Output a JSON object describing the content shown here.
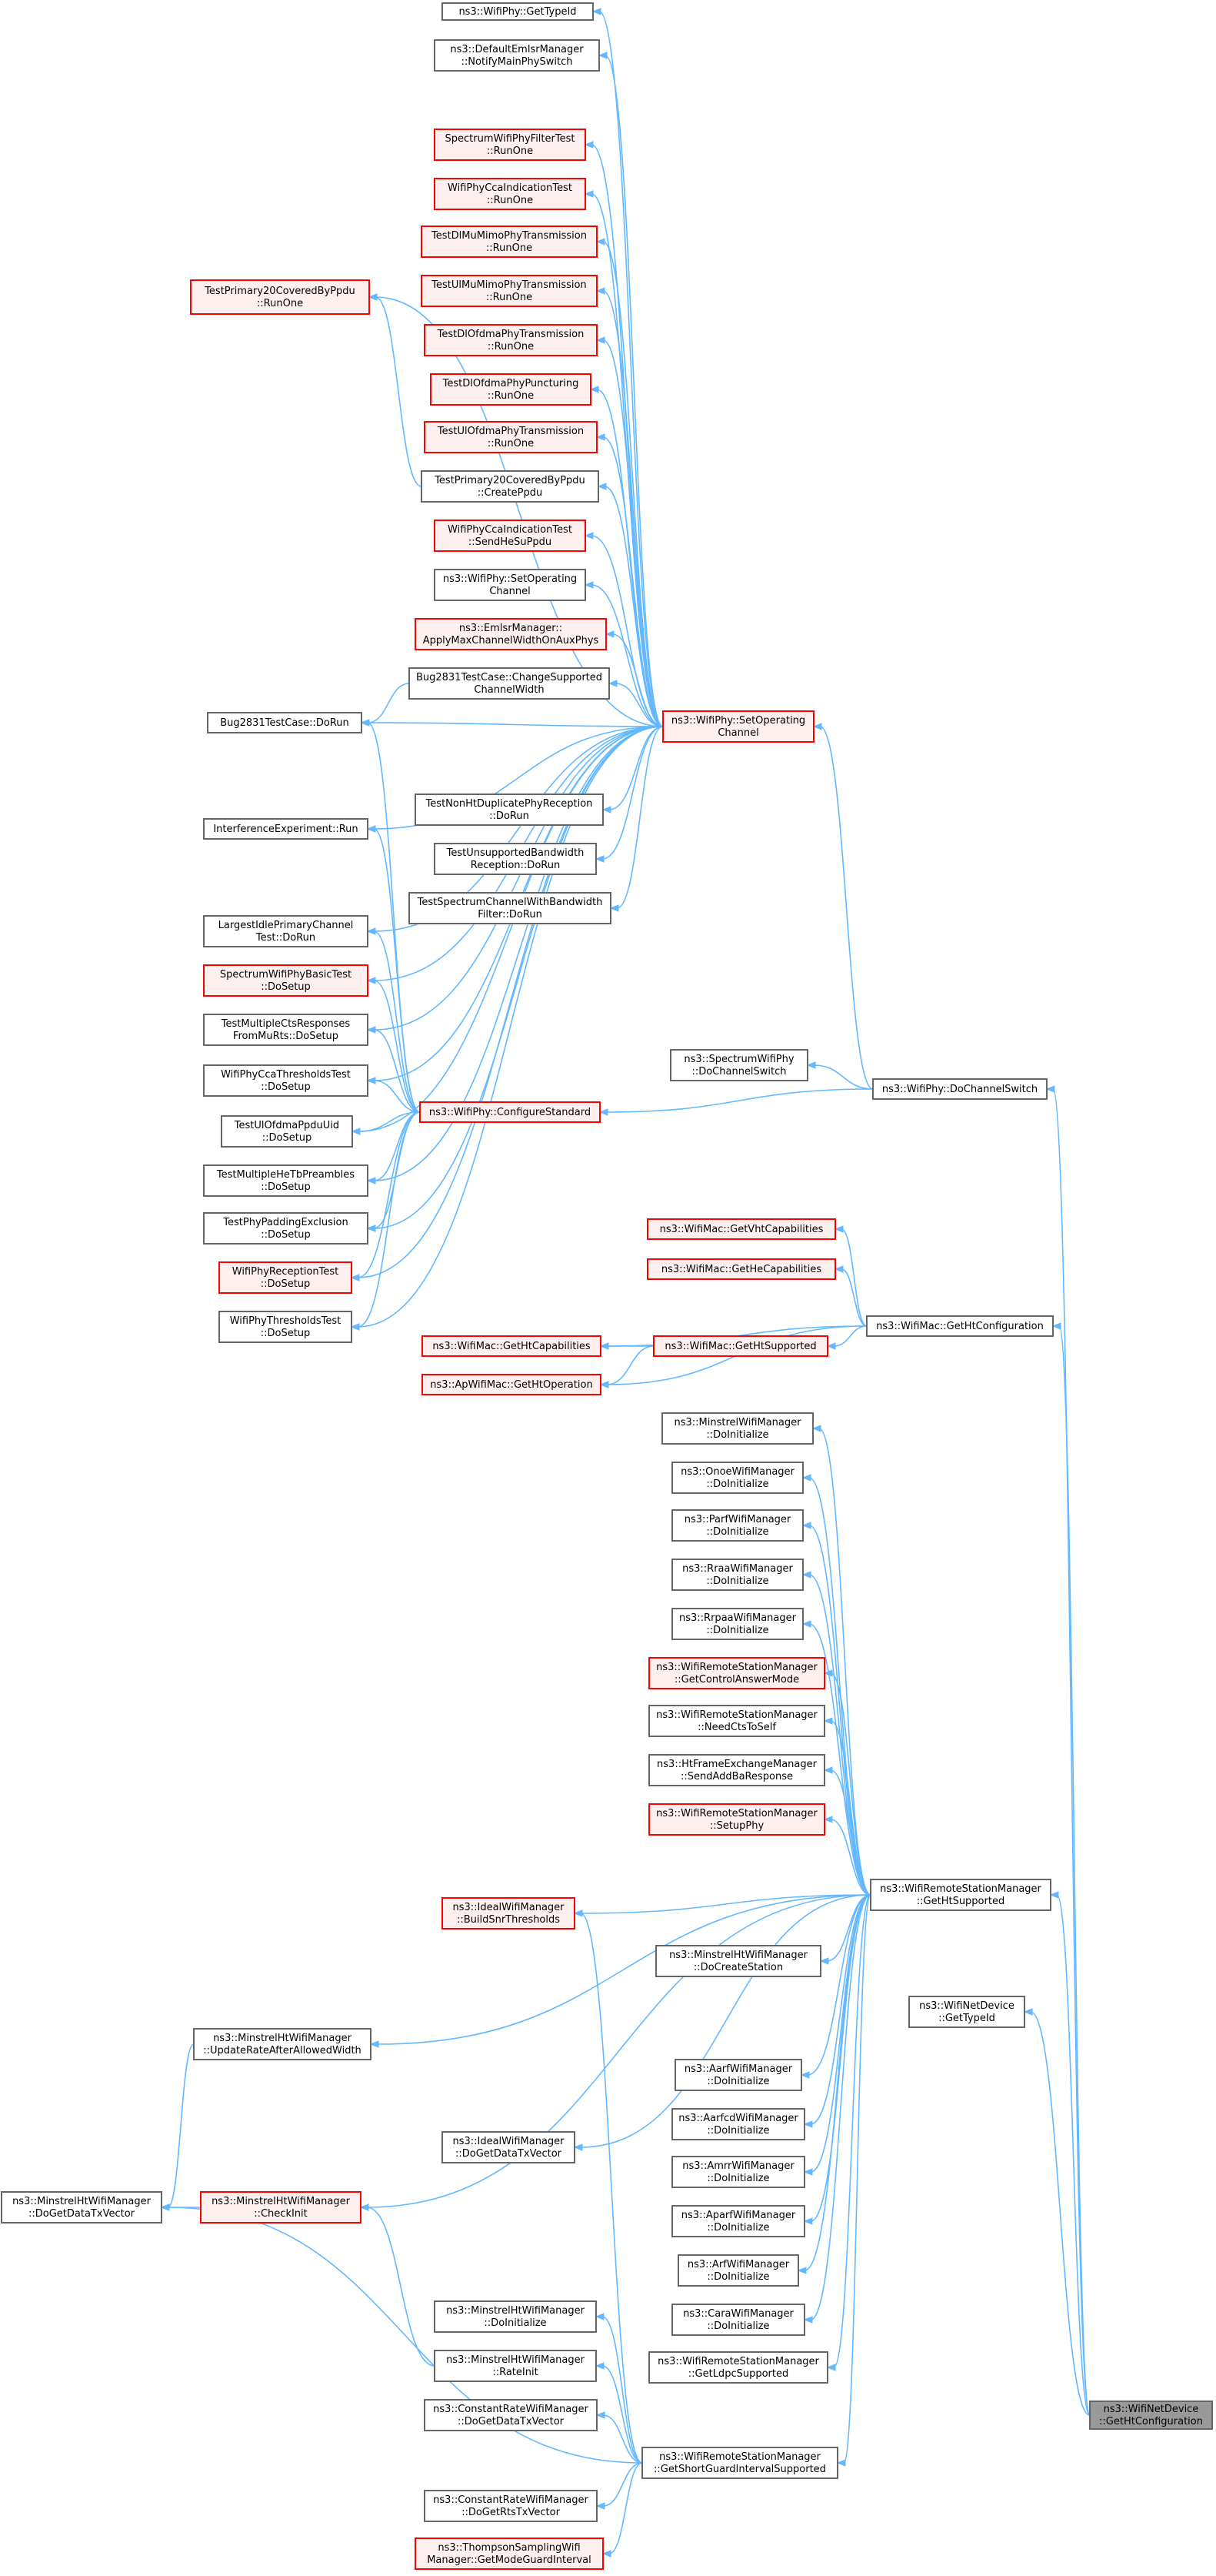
{
  "colors": {
    "edge": "#63b8ff",
    "node_border": "#666666",
    "truncated_border": "#ff0000",
    "truncated_fill": "#fff0f0",
    "target_fill": "#999999"
  },
  "nodes": [
    {
      "id": "n0",
      "lines": [
        "ns3::WifiNetDevice",
        "::GetHtConfiguration"
      ],
      "style": "target"
    },
    {
      "id": "n1",
      "lines": [
        "ns3::WifiPhy::GetTypeId"
      ],
      "style": "normal"
    },
    {
      "id": "n2",
      "lines": [
        "ns3::DefaultEmlsrManager",
        "::NotifyMainPhySwitch"
      ],
      "style": "normal"
    },
    {
      "id": "n3",
      "lines": [
        "SpectrumWifiPhyFilterTest",
        "::RunOne"
      ],
      "style": "red"
    },
    {
      "id": "n4",
      "lines": [
        "WifiPhyCcaIndicationTest",
        "::RunOne"
      ],
      "style": "red"
    },
    {
      "id": "n5",
      "lines": [
        "TestDlMuMimoPhyTransmission",
        "::RunOne"
      ],
      "style": "red"
    },
    {
      "id": "n6",
      "lines": [
        "TestUlMuMimoPhyTransmission",
        "::RunOne"
      ],
      "style": "red"
    },
    {
      "id": "n7",
      "lines": [
        "TestDlOfdmaPhyTransmission",
        "::RunOne"
      ],
      "style": "red"
    },
    {
      "id": "n8",
      "lines": [
        "TestDlOfdmaPhyPuncturing",
        "::RunOne"
      ],
      "style": "red"
    },
    {
      "id": "n9",
      "lines": [
        "TestUlOfdmaPhyTransmission",
        "::RunOne"
      ],
      "style": "red"
    },
    {
      "id": "n10",
      "lines": [
        "TestPrimary20CoveredByPpdu",
        "::RunOne"
      ],
      "style": "red"
    },
    {
      "id": "n11",
      "lines": [
        "TestPrimary20CoveredByPpdu",
        "::CreatePpdu"
      ],
      "style": "normal"
    },
    {
      "id": "n12",
      "lines": [
        "WifiPhyCcaIndicationTest",
        "::SendHeSuPpdu"
      ],
      "style": "red"
    },
    {
      "id": "n13",
      "lines": [
        "ns3::WifiPhy::SetOperating",
        "Channel"
      ],
      "style": "normal"
    },
    {
      "id": "n14",
      "lines": [
        "ns3::EmlsrManager::",
        "ApplyMaxChannelWidthOnAuxPhys"
      ],
      "style": "red"
    },
    {
      "id": "n15",
      "lines": [
        "Bug2831TestCase::ChangeSupported",
        "ChannelWidth"
      ],
      "style": "normal"
    },
    {
      "id": "n16",
      "lines": [
        "Bug2831TestCase::DoRun"
      ],
      "style": "normal"
    },
    {
      "id": "n17",
      "lines": [
        "ns3::WifiPhy::SetOperating",
        "Channel"
      ],
      "style": "red"
    },
    {
      "id": "n18",
      "lines": [
        "TestNonHtDuplicatePhyReception",
        "::DoRun"
      ],
      "style": "normal"
    },
    {
      "id": "n19",
      "lines": [
        "InterferenceExperiment::Run"
      ],
      "style": "normal"
    },
    {
      "id": "n20",
      "lines": [
        "TestUnsupportedBandwidth",
        "Reception::DoRun"
      ],
      "style": "normal"
    },
    {
      "id": "n21",
      "lines": [
        "TestSpectrumChannelWithBandwidth",
        "Filter::DoRun"
      ],
      "style": "normal"
    },
    {
      "id": "n22",
      "lines": [
        "LargestIdlePrimaryChannel",
        "Test::DoRun"
      ],
      "style": "normal"
    },
    {
      "id": "n23",
      "lines": [
        "SpectrumWifiPhyBasicTest",
        "::DoSetup"
      ],
      "style": "red"
    },
    {
      "id": "n24",
      "lines": [
        "TestMultipleCtsResponses",
        "FromMuRts::DoSetup"
      ],
      "style": "normal"
    },
    {
      "id": "n25",
      "lines": [
        "ns3::SpectrumWifiPhy",
        "::DoChannelSwitch"
      ],
      "style": "normal"
    },
    {
      "id": "n26",
      "lines": [
        "ns3::WifiPhy::DoChannelSwitch"
      ],
      "style": "normal"
    },
    {
      "id": "n27",
      "lines": [
        "WifiPhyCcaThresholdsTest",
        "::DoSetup"
      ],
      "style": "normal"
    },
    {
      "id": "n28",
      "lines": [
        "ns3::WifiPhy::ConfigureStandard"
      ],
      "style": "red"
    },
    {
      "id": "n29",
      "lines": [
        "TestUlOfdmaPpduUid",
        "::DoSetup"
      ],
      "style": "normal"
    },
    {
      "id": "n30",
      "lines": [
        "TestMultipleHeTbPreambles",
        "::DoSetup"
      ],
      "style": "normal"
    },
    {
      "id": "n31",
      "lines": [
        "TestPhyPaddingExclusion",
        "::DoSetup"
      ],
      "style": "normal"
    },
    {
      "id": "n32",
      "lines": [
        "WifiPhyReceptionTest",
        "::DoSetup"
      ],
      "style": "red"
    },
    {
      "id": "n33",
      "lines": [
        "WifiPhyThresholdsTest",
        "::DoSetup"
      ],
      "style": "normal"
    },
    {
      "id": "n34",
      "lines": [
        "ns3::WifiMac::GetVhtCapabilities"
      ],
      "style": "red"
    },
    {
      "id": "n35",
      "lines": [
        "ns3::WifiMac::GetHeCapabilities"
      ],
      "style": "red"
    },
    {
      "id": "n36",
      "lines": [
        "ns3::WifiMac::GetHtCapabilities"
      ],
      "style": "red"
    },
    {
      "id": "n37",
      "lines": [
        "ns3::WifiMac::GetHtSupported"
      ],
      "style": "red"
    },
    {
      "id": "n38",
      "lines": [
        "ns3::WifiMac::GetHtConfiguration"
      ],
      "style": "normal"
    },
    {
      "id": "n39",
      "lines": [
        "ns3::ApWifiMac::GetHtOperation"
      ],
      "style": "red"
    },
    {
      "id": "n40",
      "lines": [
        "ns3::MinstrelWifiManager",
        "::DoInitialize"
      ],
      "style": "normal"
    },
    {
      "id": "n41",
      "lines": [
        "ns3::OnoeWifiManager",
        "::DoInitialize"
      ],
      "style": "normal"
    },
    {
      "id": "n42",
      "lines": [
        "ns3::ParfWifiManager",
        "::DoInitialize"
      ],
      "style": "normal"
    },
    {
      "id": "n43",
      "lines": [
        "ns3::RraaWifiManager",
        "::DoInitialize"
      ],
      "style": "normal"
    },
    {
      "id": "n44",
      "lines": [
        "ns3::RrpaaWifiManager",
        "::DoInitialize"
      ],
      "style": "normal"
    },
    {
      "id": "n45",
      "lines": [
        "ns3::WifiRemoteStationManager",
        "::GetControlAnswerMode"
      ],
      "style": "red"
    },
    {
      "id": "n46",
      "lines": [
        "ns3::WifiRemoteStationManager",
        "::NeedCtsToSelf"
      ],
      "style": "normal"
    },
    {
      "id": "n47",
      "lines": [
        "ns3::HtFrameExchangeManager",
        "::SendAddBaResponse"
      ],
      "style": "normal"
    },
    {
      "id": "n48",
      "lines": [
        "ns3::WifiRemoteStationManager",
        "::SetupPhy"
      ],
      "style": "red"
    },
    {
      "id": "n49",
      "lines": [
        "ns3::WifiRemoteStationManager",
        "::GetHtSupported"
      ],
      "style": "normal"
    },
    {
      "id": "n50",
      "lines": [
        "ns3::IdealWifiManager",
        "::BuildSnrThresholds"
      ],
      "style": "red"
    },
    {
      "id": "n51",
      "lines": [
        "ns3::MinstrelHtWifiManager",
        "::DoCreateStation"
      ],
      "style": "normal"
    },
    {
      "id": "n52",
      "lines": [
        "ns3::WifiNetDevice",
        "::GetTypeId"
      ],
      "style": "normal"
    },
    {
      "id": "n53",
      "lines": [
        "ns3::MinstrelHtWifiManager",
        "::UpdateRateAfterAllowedWidth"
      ],
      "style": "normal"
    },
    {
      "id": "n54",
      "lines": [
        "ns3::AarfWifiManager",
        "::DoInitialize"
      ],
      "style": "normal"
    },
    {
      "id": "n55",
      "lines": [
        "ns3::AarfcdWifiManager",
        "::DoInitialize"
      ],
      "style": "normal"
    },
    {
      "id": "n56",
      "lines": [
        "ns3::IdealWifiManager",
        "::DoGetDataTxVector"
      ],
      "style": "normal"
    },
    {
      "id": "n57",
      "lines": [
        "ns3::AmrrWifiManager",
        "::DoInitialize"
      ],
      "style": "normal"
    },
    {
      "id": "n58",
      "lines": [
        "ns3::MinstrelHtWifiManager",
        "::DoGetDataTxVector"
      ],
      "style": "normal"
    },
    {
      "id": "n59",
      "lines": [
        "ns3::MinstrelHtWifiManager",
        "::CheckInit"
      ],
      "style": "red"
    },
    {
      "id": "n60",
      "lines": [
        "ns3::AparfWifiManager",
        "::DoInitialize"
      ],
      "style": "normal"
    },
    {
      "id": "n61",
      "lines": [
        "ns3::ArfWifiManager",
        "::DoInitialize"
      ],
      "style": "normal"
    },
    {
      "id": "n62",
      "lines": [
        "ns3::MinstrelHtWifiManager",
        "::DoInitialize"
      ],
      "style": "normal"
    },
    {
      "id": "n63",
      "lines": [
        "ns3::CaraWifiManager",
        "::DoInitialize"
      ],
      "style": "normal"
    },
    {
      "id": "n64",
      "lines": [
        "ns3::MinstrelHtWifiManager",
        "::RateInit"
      ],
      "style": "normal"
    },
    {
      "id": "n65",
      "lines": [
        "ns3::WifiRemoteStationManager",
        "::GetLdpcSupported"
      ],
      "style": "normal"
    },
    {
      "id": "n66",
      "lines": [
        "ns3::ConstantRateWifiManager",
        "::DoGetDataTxVector"
      ],
      "style": "normal"
    },
    {
      "id": "n67",
      "lines": [
        "ns3::WifiRemoteStationManager",
        "::GetShortGuardIntervalSupported"
      ],
      "style": "normal"
    },
    {
      "id": "n68",
      "lines": [
        "ns3::ConstantRateWifiManager",
        "::DoGetRtsTxVector"
      ],
      "style": "normal"
    },
    {
      "id": "n69",
      "lines": [
        "ns3::ThompsonSamplingWifi",
        "Manager::GetModeGuardInterval"
      ],
      "style": "red"
    }
  ],
  "edges": [
    [
      "n17",
      "n1"
    ],
    [
      "n17",
      "n2"
    ],
    [
      "n17",
      "n3"
    ],
    [
      "n17",
      "n4"
    ],
    [
      "n17",
      "n5"
    ],
    [
      "n17",
      "n6"
    ],
    [
      "n17",
      "n7"
    ],
    [
      "n17",
      "n8"
    ],
    [
      "n17",
      "n9"
    ],
    [
      "n17",
      "n10"
    ],
    [
      "n17",
      "n11"
    ],
    [
      "n17",
      "n12"
    ],
    [
      "n17",
      "n13"
    ],
    [
      "n17",
      "n14"
    ],
    [
      "n17",
      "n15"
    ],
    [
      "n17",
      "n16"
    ],
    [
      "n17",
      "n18"
    ],
    [
      "n17",
      "n19"
    ],
    [
      "n17",
      "n20"
    ],
    [
      "n17",
      "n21"
    ],
    [
      "n17",
      "n22"
    ],
    [
      "n17",
      "n23"
    ],
    [
      "n17",
      "n24"
    ],
    [
      "n17",
      "n27"
    ],
    [
      "n17",
      "n29"
    ],
    [
      "n17",
      "n30"
    ],
    [
      "n17",
      "n31"
    ],
    [
      "n17",
      "n32"
    ],
    [
      "n17",
      "n33"
    ],
    [
      "n11",
      "n10"
    ],
    [
      "n15",
      "n16"
    ],
    [
      "n28",
      "n16"
    ],
    [
      "n28",
      "n19"
    ],
    [
      "n28",
      "n22"
    ],
    [
      "n28",
      "n23"
    ],
    [
      "n28",
      "n24"
    ],
    [
      "n28",
      "n27"
    ],
    [
      "n28",
      "n29"
    ],
    [
      "n28",
      "n30"
    ],
    [
      "n28",
      "n31"
    ],
    [
      "n28",
      "n32"
    ],
    [
      "n28",
      "n33"
    ],
    [
      "n26",
      "n17"
    ],
    [
      "n26",
      "n25"
    ],
    [
      "n26",
      "n28"
    ],
    [
      "n38",
      "n34"
    ],
    [
      "n38",
      "n35"
    ],
    [
      "n38",
      "n36"
    ],
    [
      "n38",
      "n37"
    ],
    [
      "n38",
      "n39"
    ],
    [
      "n37",
      "n36"
    ],
    [
      "n37",
      "n39"
    ],
    [
      "n49",
      "n40"
    ],
    [
      "n49",
      "n41"
    ],
    [
      "n49",
      "n42"
    ],
    [
      "n49",
      "n43"
    ],
    [
      "n49",
      "n44"
    ],
    [
      "n49",
      "n45"
    ],
    [
      "n49",
      "n46"
    ],
    [
      "n49",
      "n47"
    ],
    [
      "n49",
      "n48"
    ],
    [
      "n49",
      "n50"
    ],
    [
      "n49",
      "n51"
    ],
    [
      "n49",
      "n53"
    ],
    [
      "n49",
      "n54"
    ],
    [
      "n49",
      "n55"
    ],
    [
      "n49",
      "n56"
    ],
    [
      "n49",
      "n57"
    ],
    [
      "n49",
      "n59"
    ],
    [
      "n49",
      "n60"
    ],
    [
      "n49",
      "n61"
    ],
    [
      "n49",
      "n63"
    ],
    [
      "n49",
      "n65"
    ],
    [
      "n49",
      "n67"
    ],
    [
      "n53",
      "n58"
    ],
    [
      "n59",
      "n58"
    ],
    [
      "n64",
      "n59"
    ],
    [
      "n67",
      "n50"
    ],
    [
      "n67",
      "n58"
    ],
    [
      "n67",
      "n62"
    ],
    [
      "n67",
      "n64"
    ],
    [
      "n67",
      "n66"
    ],
    [
      "n67",
      "n68"
    ],
    [
      "n67",
      "n69"
    ],
    [
      "n0",
      "n26"
    ],
    [
      "n0",
      "n38"
    ],
    [
      "n0",
      "n49"
    ],
    [
      "n0",
      "n52"
    ]
  ]
}
